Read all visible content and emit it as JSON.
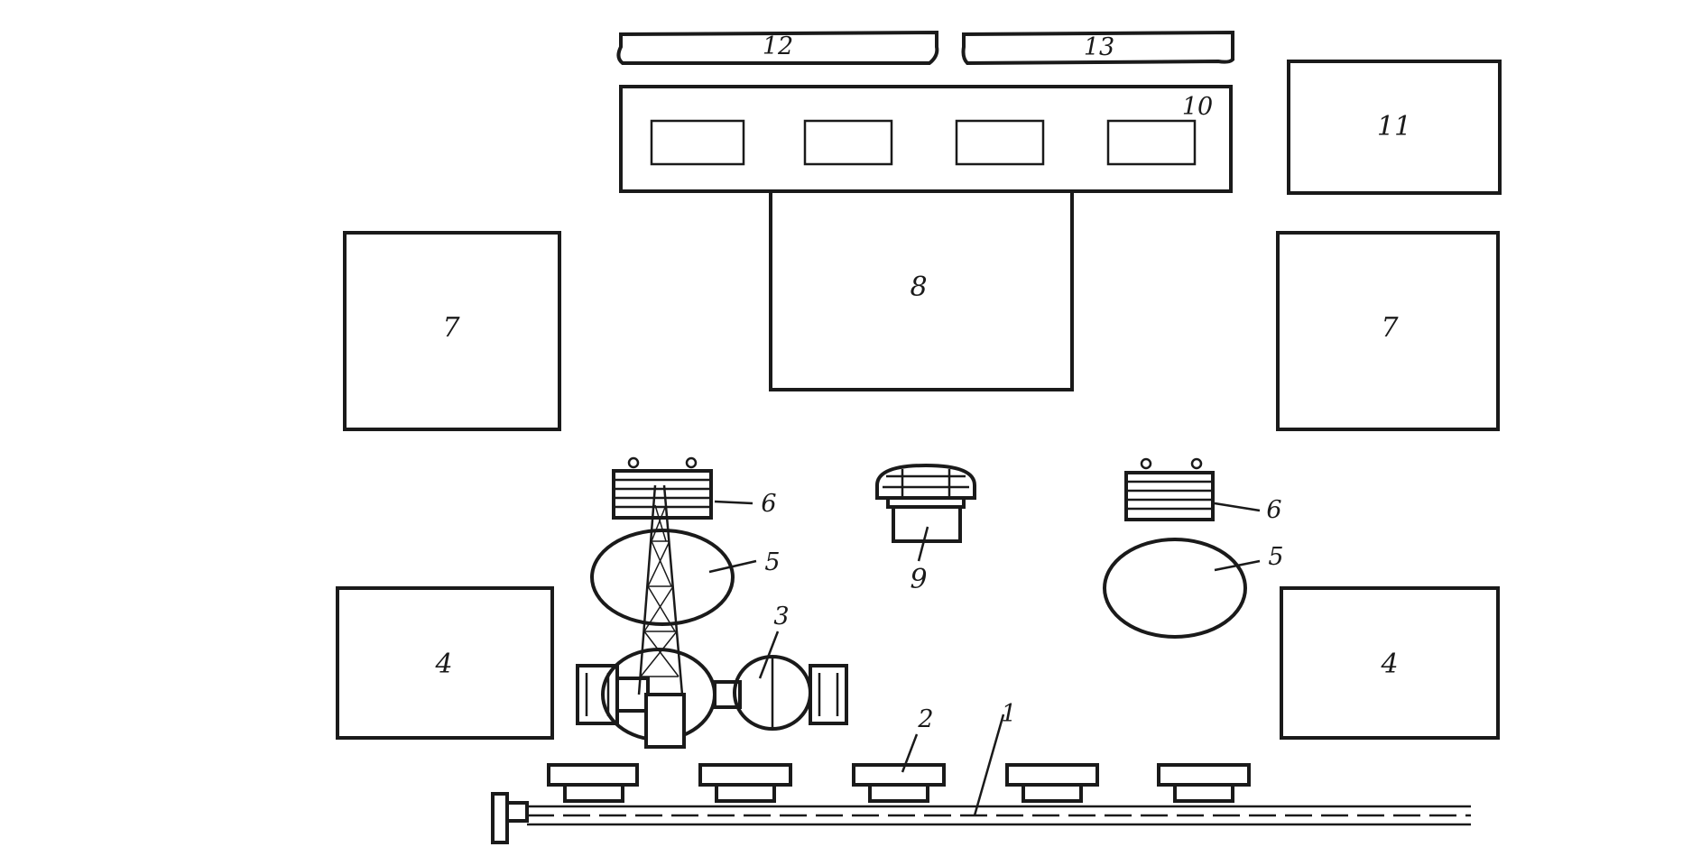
{
  "diagram": {
    "labels": {
      "pipeline": "1",
      "walkway": "2",
      "drawworks": "3",
      "building_4": "4",
      "tank": "5",
      "pipe_rack": "6",
      "building_7": "7",
      "building_8": "8",
      "unit_9": "9",
      "unit_10": "10",
      "building_11": "11",
      "shed_12": "12",
      "shed_13": "13"
    }
  }
}
